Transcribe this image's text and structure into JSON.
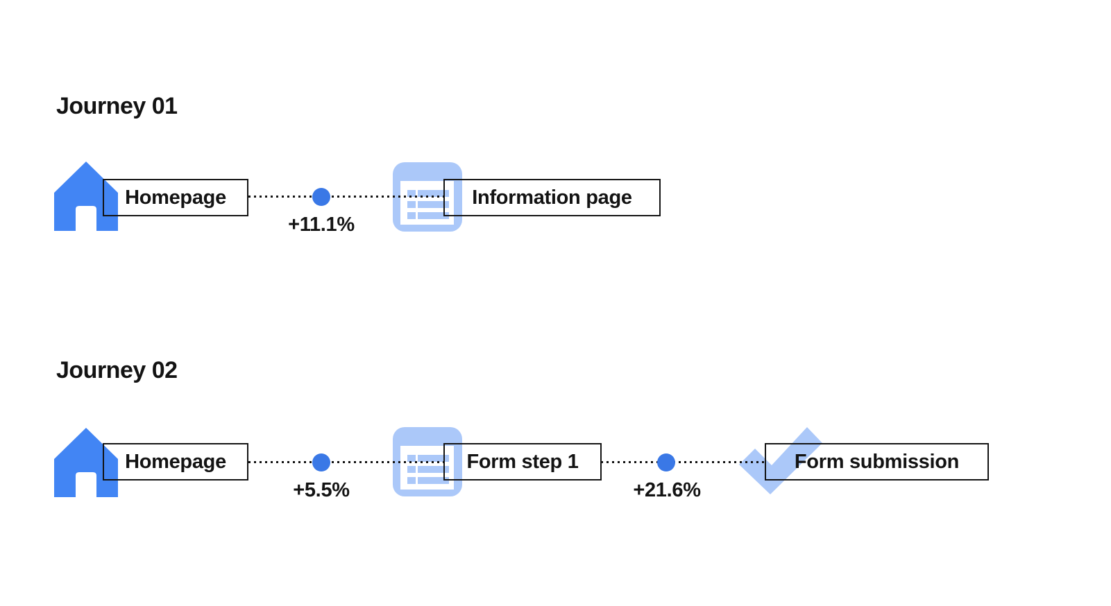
{
  "colors": {
    "primary_blue": "#4285F4",
    "dot_blue": "#3A78E6",
    "light_blue": "#ABC8F9",
    "ink": "#131313",
    "background": "#FFFFFF"
  },
  "journeys": [
    {
      "title": "Journey 01",
      "steps": [
        {
          "icon": "home-icon",
          "label": "Homepage"
        },
        {
          "icon": "list-icon",
          "label": "Information page"
        }
      ],
      "transitions": [
        {
          "value": "+11.1%"
        }
      ]
    },
    {
      "title": "Journey 02",
      "steps": [
        {
          "icon": "home-icon",
          "label": "Homepage"
        },
        {
          "icon": "list-icon",
          "label": "Form step 1"
        },
        {
          "icon": "check-icon",
          "label": "Form submission"
        }
      ],
      "transitions": [
        {
          "value": "+5.5%"
        },
        {
          "value": "+21.6%"
        }
      ]
    }
  ]
}
